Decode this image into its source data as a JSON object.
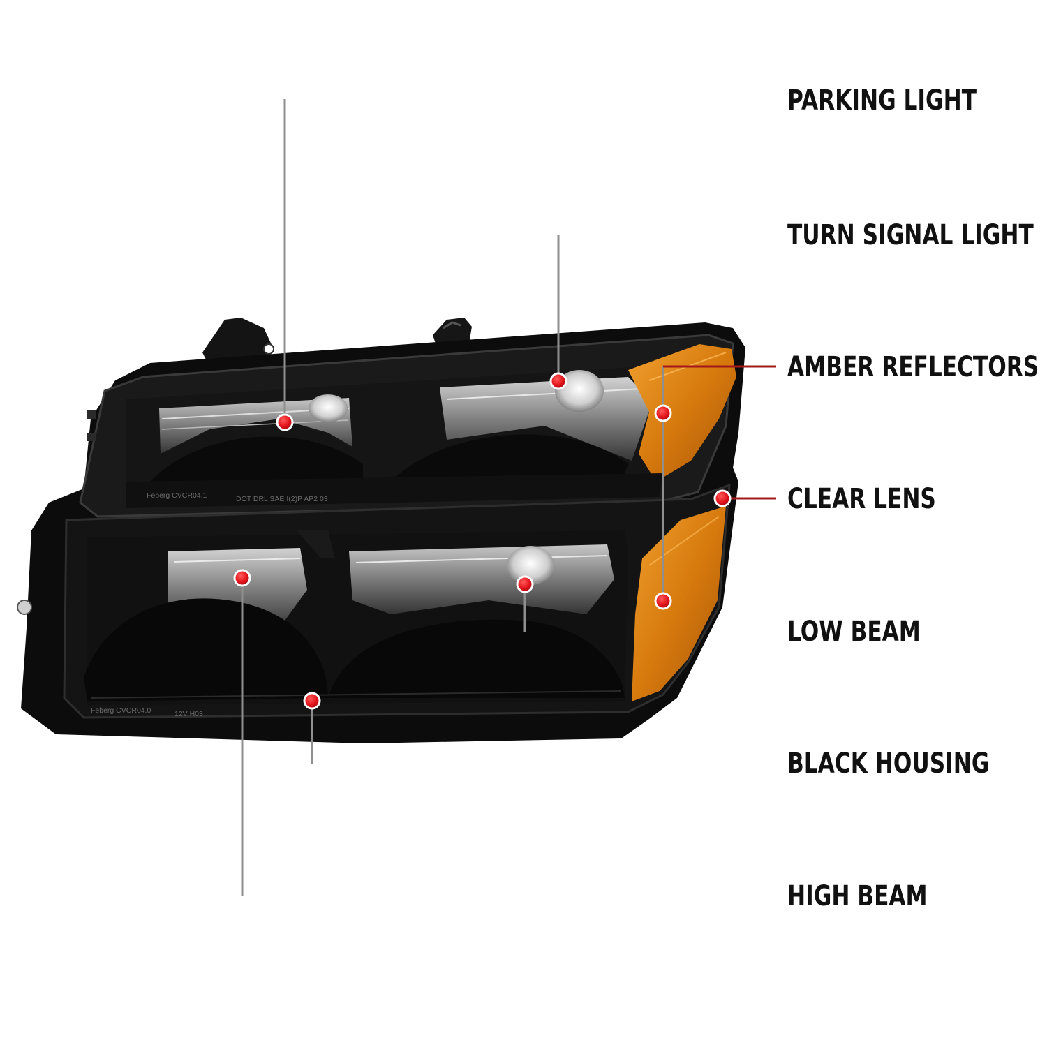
{
  "callouts": [
    {
      "id": "parking-light",
      "label": "PARKING LIGHT"
    },
    {
      "id": "turn-signal-light",
      "label": "TURN SIGNAL LIGHT"
    },
    {
      "id": "amber-reflectors",
      "label": "AMBER REFLECTORS"
    },
    {
      "id": "clear-lens",
      "label": "CLEAR LENS"
    },
    {
      "id": "low-beam",
      "label": "LOW BEAM"
    },
    {
      "id": "black-housing",
      "label": "BLACK HOUSING"
    },
    {
      "id": "high-beam",
      "label": "HIGH BEAM"
    }
  ],
  "lens_print": {
    "upper_brand": "Feberg CVCR04.1",
    "upper_codes": "DOT DRL SAE I(2)P AP2 03",
    "lower_brand": "Feberg CVCR04.0",
    "lower_voltage": "12V H03"
  },
  "colors": {
    "leader_gray": "#8f8f8f",
    "leader_red": "#a31818",
    "dot_red": "#e3141b",
    "housing_black": "#0c0c0c",
    "amber": "#d97c10"
  }
}
